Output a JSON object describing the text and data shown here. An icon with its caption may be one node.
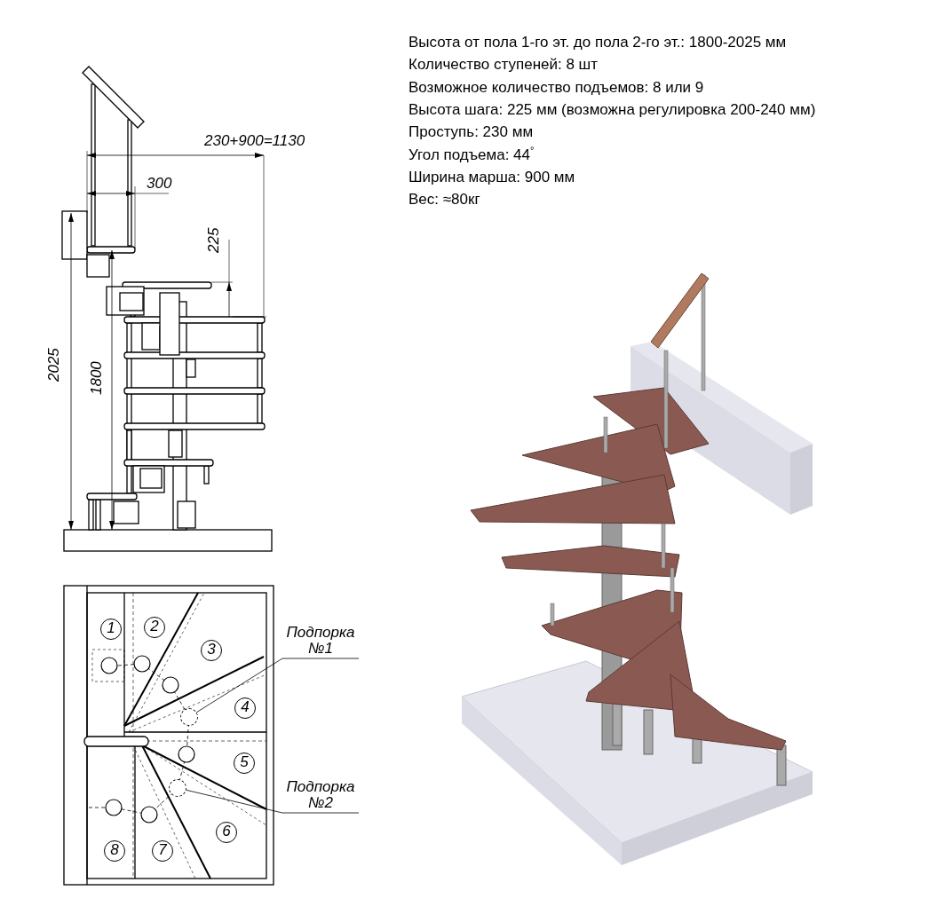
{
  "diagram": {
    "nodes": [
      {
        "text": [
          "Подпорка №1"
        ]
      },
      {
        "text": [
          "Подпорка №2"
        ]
      },
      {
        "text": [],
        "shape": "circle"
      },
      {
        "text": [],
        "shape": "circle"
      },
      {
        "text": [
          "1"
        ]
      },
      {
        "text": [
          "2"
        ]
      },
      {
        "text": [
          "3"
        ]
      },
      {
        "text": [
          "4"
        ]
      },
      {
        "text": [
          "5"
        ]
      },
      {
        "text": [
          "6"
        ]
      },
      {
        "text": [
          "7"
        ]
      },
      {
        "text": [
          "8"
        ]
      }
    ],
    "edges": [
      {
        "from": 0,
        "to": 2,
        "arrow": "none"
      },
      {
        "from": 1,
        "to": 3,
        "arrow": "none"
      }
    ],
    "labels": [
      "Высота от пола 1-го эт. до пола 2-го эт.: 1800-2025 мм",
      "Количество ступеней: 8 шт",
      "Возможное количество подъемов: 8 или 9",
      "Высота шага: 225 мм (возможна регулировка 200-240 мм)",
      "Проступь: 230 мм",
      "Угол подъема: 44$^{°}$",
      "Ширина марша: 900 мм",
      "Вес: ≈80кг",
      "230+900=1130",
      "300",
      "225",
      "2025",
      "1800"
    ]
  }
}
